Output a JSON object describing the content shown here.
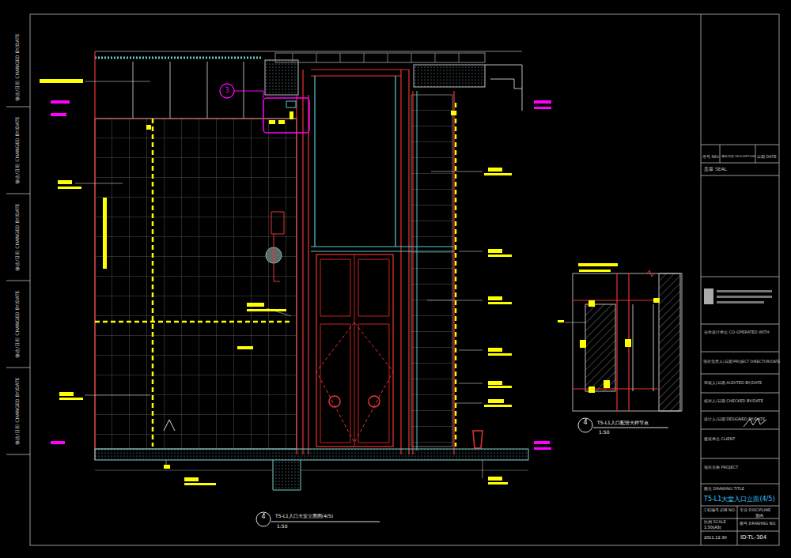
{
  "diagram": {
    "title": "T5-L1大堂入口立面(4/5)",
    "labels": [
      "修改/日期 CHANGED BY/DATE",
      "修改/日期 CHANGED BY/DATE",
      "修改/日期 CHANGED BY/DATE",
      "修改/日期 CHANGED BY/DATE",
      "修改/日期 CHANGED BY/DATE",
      "3",
      "4",
      "T5-L1入口大堂立面图(4/5)",
      "1:50",
      "4",
      "T5-L1入口配管大样节点",
      "1:50",
      "序号 REV.",
      "修改内容 DESCRIPTION",
      "日期 DATE",
      "盖章 SEAL",
      "合作设计单位 CO-OPERATED WITH",
      "项目负责人/日期 PROJECT DIRECTOR/DATE",
      "审核人/日期 AUDITED BY/DATE",
      "校对人/日期 CHECKED BY/DATE",
      "设计人/日期 DESIGNED BY/DATE",
      "建设单位 CLIENT",
      "项目名称 PROJECT",
      "图名 DRAWING TITLE",
      "工程编号 JOB NO.",
      "专业 DISCIPLINE",
      "室内",
      "比例 SCALE",
      "1:50(A3)",
      "图号 DRAWING NO.",
      "2011.12.30",
      "ID-TL-304"
    ]
  }
}
